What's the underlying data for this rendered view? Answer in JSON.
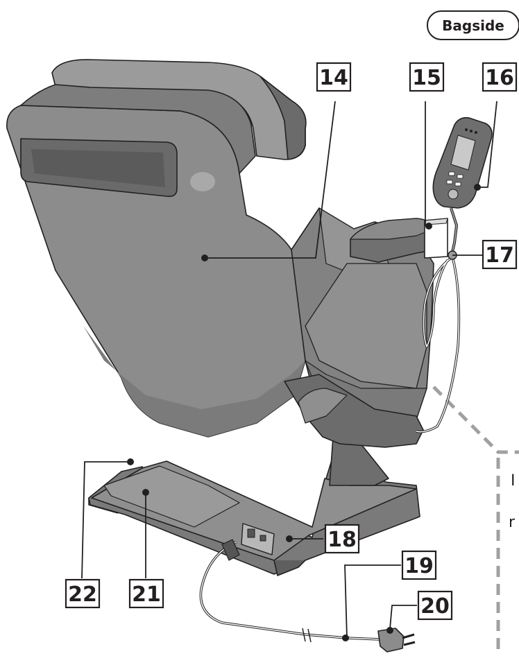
{
  "view_tag": "Bagside",
  "callouts": [
    {
      "id": "c14",
      "label": "14"
    },
    {
      "id": "c15",
      "label": "15"
    },
    {
      "id": "c16",
      "label": "16"
    },
    {
      "id": "c17",
      "label": "17"
    },
    {
      "id": "c18",
      "label": "18"
    },
    {
      "id": "c19",
      "label": "19"
    },
    {
      "id": "c20",
      "label": "20"
    },
    {
      "id": "c21",
      "label": "21"
    },
    {
      "id": "c22",
      "label": "22"
    }
  ],
  "cut_off_text": [
    "I",
    "r"
  ],
  "colors": {
    "chair_body": "#8c8c8c",
    "chair_shade": "#6e6e6e",
    "chair_dark": "#555555",
    "chair_light": "#a6a6a6",
    "outline": "#231f20",
    "dashed_line": "#a0a0a0"
  }
}
